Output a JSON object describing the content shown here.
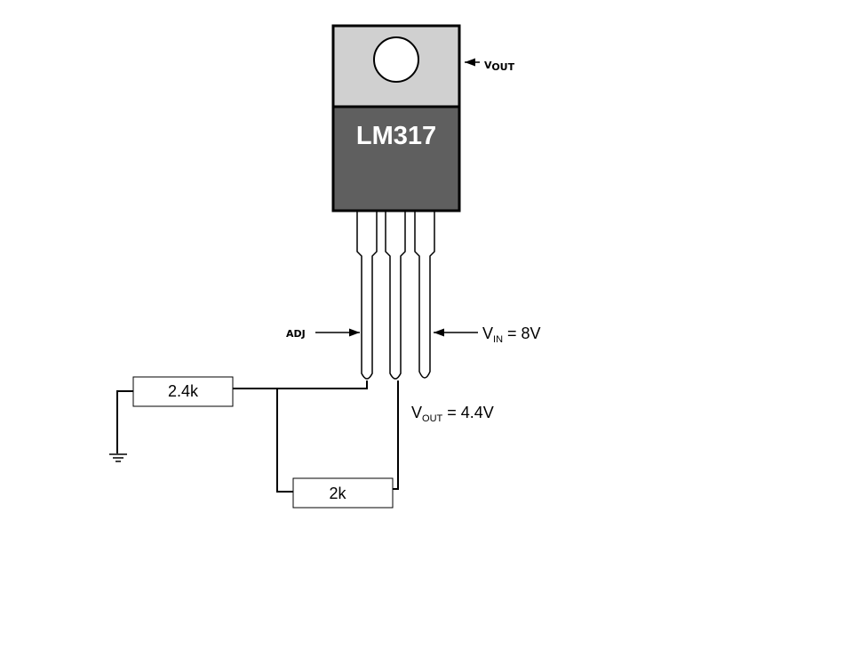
{
  "chip": {
    "label": "LM317"
  },
  "tab_vout": {
    "main": "V",
    "sub": "OUT"
  },
  "adj_label": "ADJ",
  "vin": {
    "main": "V",
    "sub": "IN",
    "value": " = 8V"
  },
  "vout": {
    "main": "V",
    "sub": "OUT",
    "value": " = 4.4V"
  },
  "resistors": {
    "r1": "2.4k",
    "r2": "2k"
  },
  "colors": {
    "tab_fill": "#d0d0d0",
    "body_fill": "#5f5f5f",
    "chip_text": "#ffffff",
    "line": "#000000",
    "background": "#ffffff"
  }
}
